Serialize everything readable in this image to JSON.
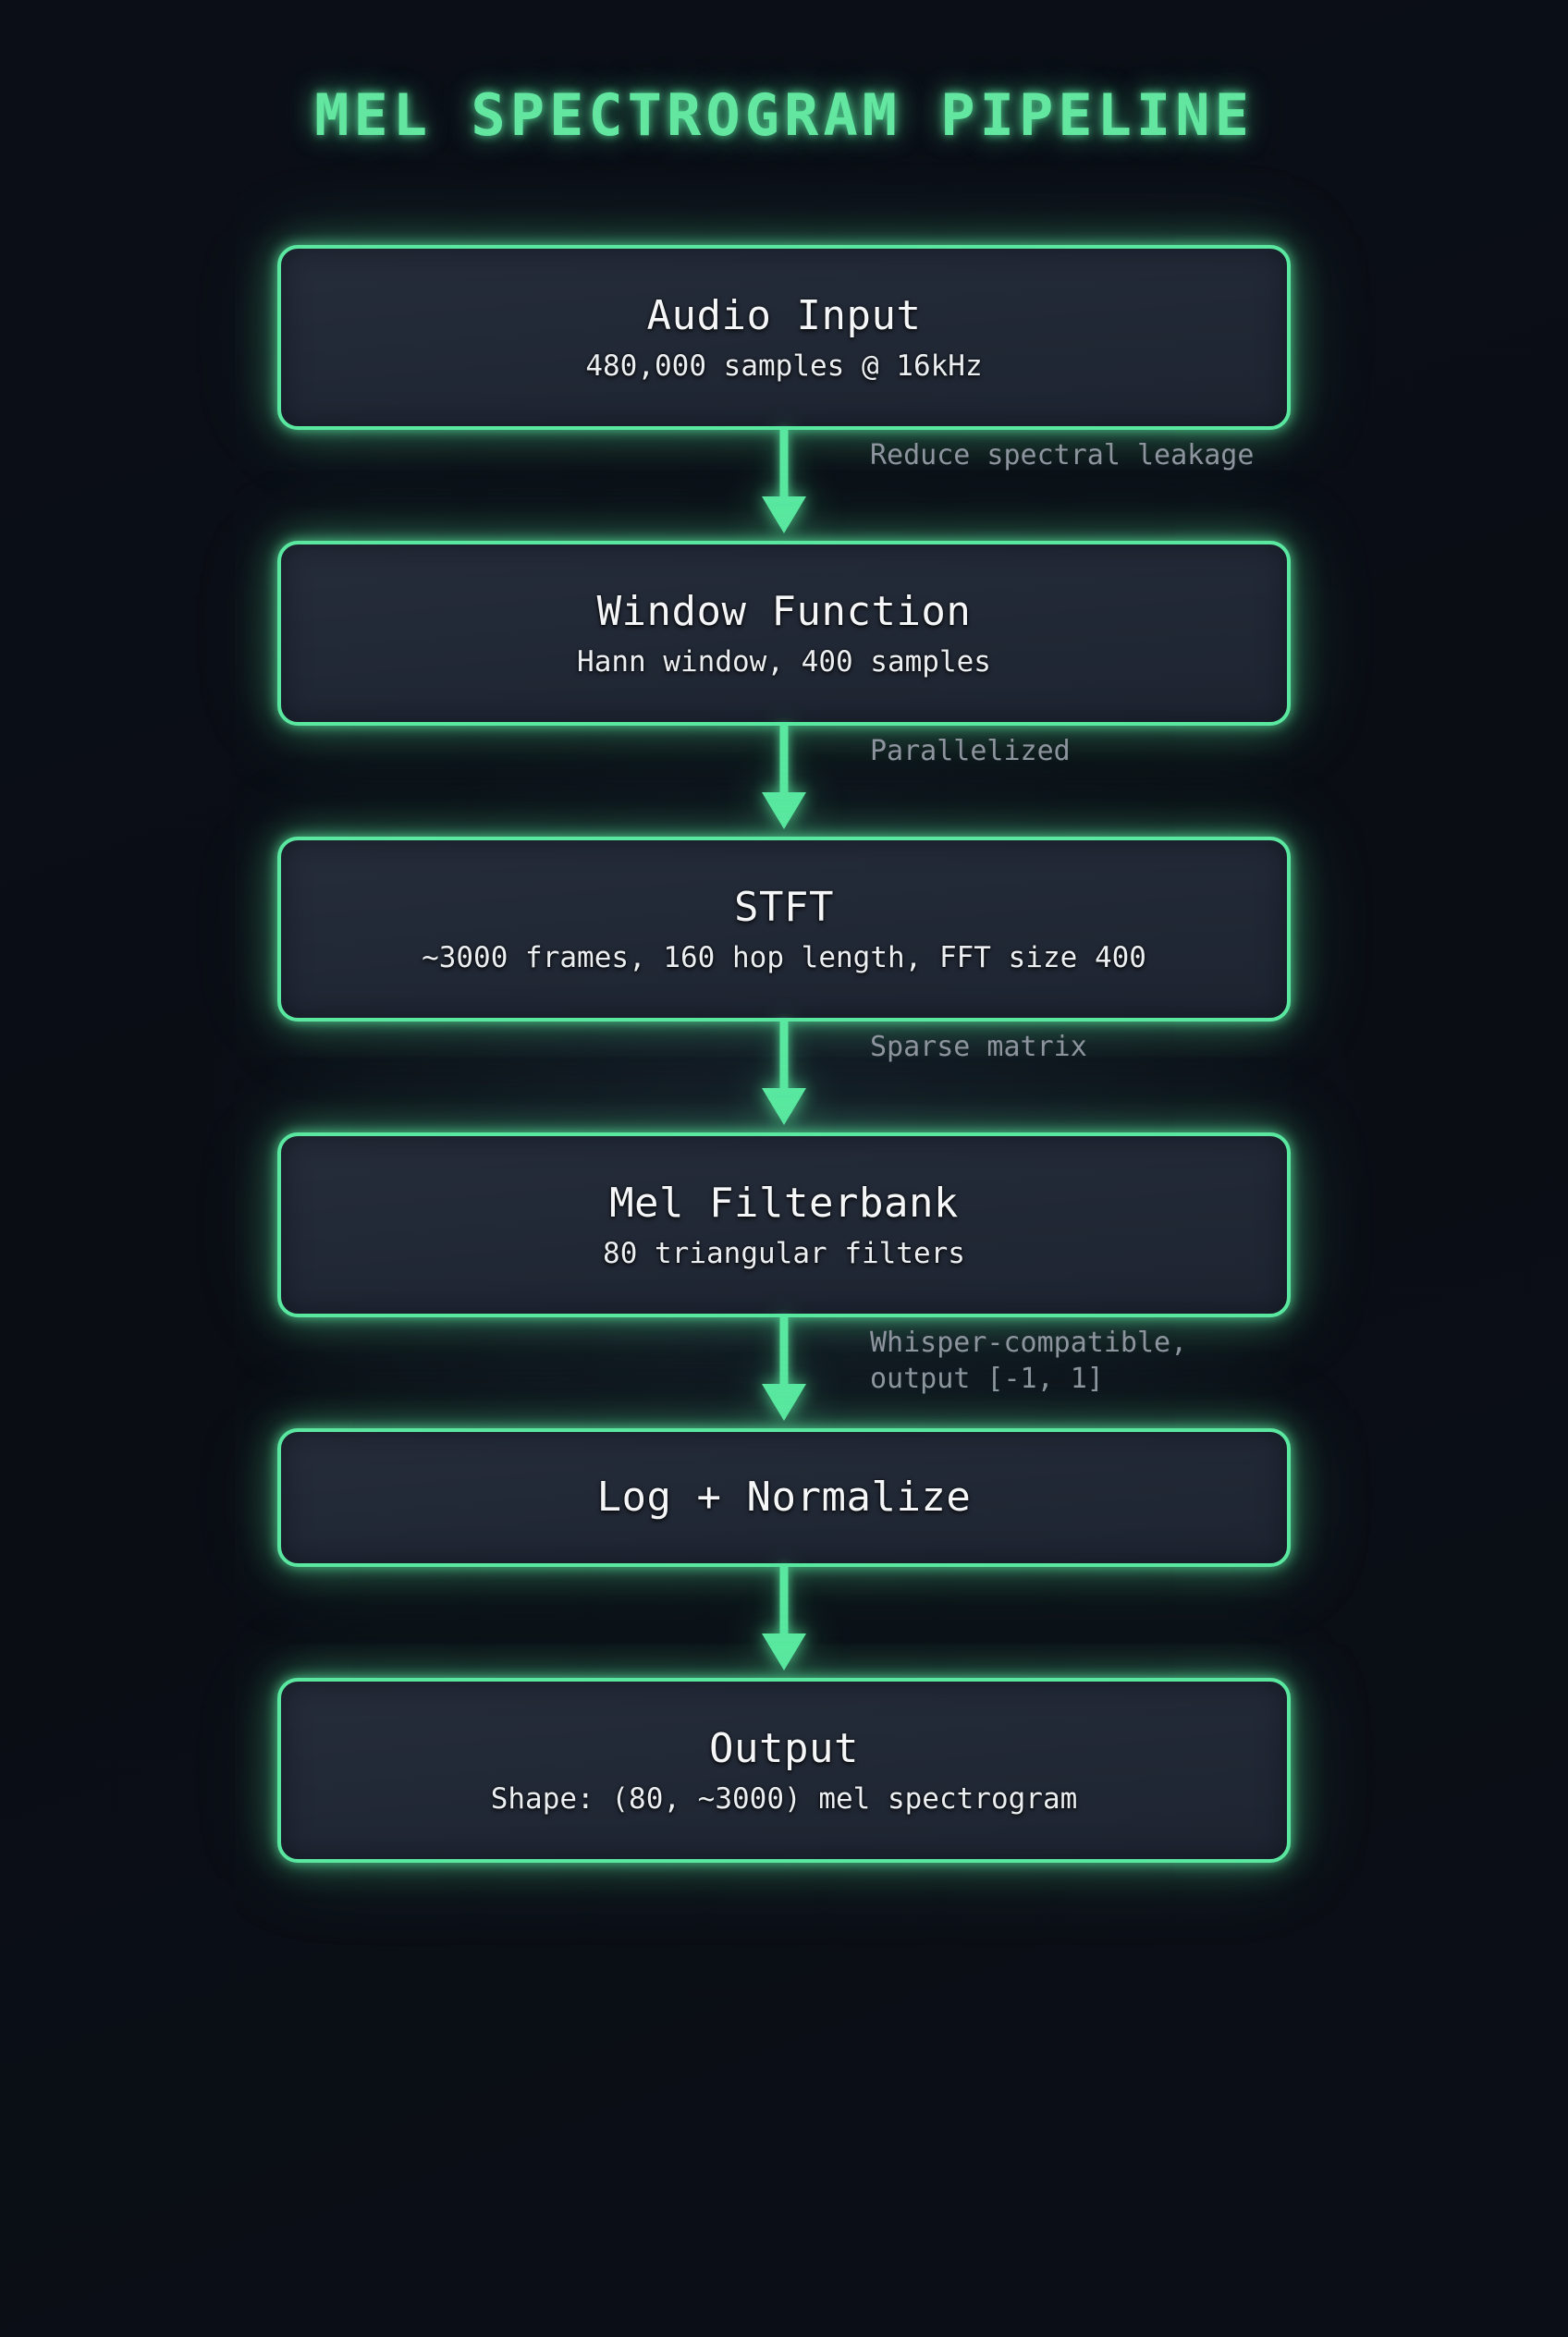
{
  "title": "MEL SPECTROGRAM PIPELINE",
  "colors": {
    "background": "#0a0d15",
    "node_fill": "#232a37",
    "accent_green": "#5ae8a0",
    "title_green": "#63e6a0",
    "node_text": "#f4f6f8",
    "edge_label": "#8d949e"
  },
  "chart_data": {
    "type": "diagram",
    "layout": "vertical-flowchart",
    "title": "MEL SPECTROGRAM PIPELINE",
    "nodes": [
      {
        "id": "audio-input",
        "title": "Audio Input",
        "subtitle": "480,000 samples @ 16kHz"
      },
      {
        "id": "window",
        "title": "Window Function",
        "subtitle": "Hann window, 400 samples"
      },
      {
        "id": "stft",
        "title": "STFT",
        "subtitle": "~3000 frames, 160 hop length, FFT size 400"
      },
      {
        "id": "mel-filterbank",
        "title": "Mel Filterbank",
        "subtitle": "80 triangular filters"
      },
      {
        "id": "log-normalize",
        "title": "Log + Normalize",
        "subtitle": ""
      },
      {
        "id": "output",
        "title": "Output",
        "subtitle": "Shape: (80, ~3000) mel spectrogram"
      }
    ],
    "edges": [
      {
        "from": "audio-input",
        "to": "window",
        "label": "Reduce spectral leakage"
      },
      {
        "from": "window",
        "to": "stft",
        "label": "Parallelized"
      },
      {
        "from": "stft",
        "to": "mel-filterbank",
        "label": "Sparse matrix"
      },
      {
        "from": "mel-filterbank",
        "to": "log-normalize",
        "label": "Whisper-compatible,\noutput [-1, 1]"
      },
      {
        "from": "log-normalize",
        "to": "output",
        "label": ""
      }
    ]
  }
}
